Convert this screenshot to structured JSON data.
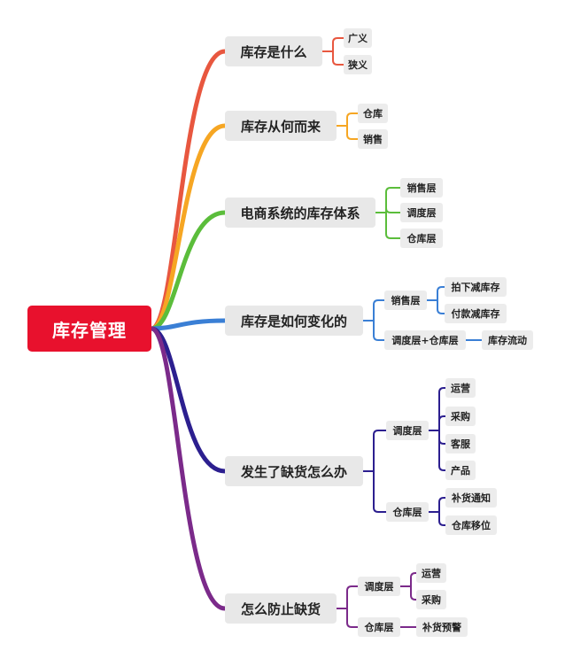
{
  "root": {
    "label": "库存管理"
  },
  "branches": [
    {
      "label": "库存是什么",
      "color": "#e8573f",
      "children": [
        {
          "label": "广义"
        },
        {
          "label": "狭义"
        }
      ]
    },
    {
      "label": "库存从何而来",
      "color": "#f6a623",
      "children": [
        {
          "label": "仓库"
        },
        {
          "label": "销售"
        }
      ]
    },
    {
      "label": "电商系统的库存体系",
      "color": "#5bbd3b",
      "children": [
        {
          "label": "销售层"
        },
        {
          "label": "调度层"
        },
        {
          "label": "仓库层"
        }
      ]
    },
    {
      "label": "库存是如何变化的",
      "color": "#3a7fd5",
      "children": [
        {
          "label": "销售层",
          "children": [
            {
              "label": "拍下减库存"
            },
            {
              "label": "付款减库存"
            }
          ]
        },
        {
          "label": "调度层+仓库层",
          "children": [
            {
              "label": "库存流动"
            }
          ]
        }
      ]
    },
    {
      "label": "发生了缺货怎么办",
      "color": "#2c1f8f",
      "children": [
        {
          "label": "调度层",
          "children": [
            {
              "label": "运营"
            },
            {
              "label": "采购"
            },
            {
              "label": "客服"
            },
            {
              "label": "产品"
            }
          ]
        },
        {
          "label": "仓库层",
          "children": [
            {
              "label": "补货通知"
            },
            {
              "label": "仓库移位"
            }
          ]
        }
      ]
    },
    {
      "label": "怎么防止缺货",
      "color": "#7b2a8a",
      "children": [
        {
          "label": "调度层",
          "children": [
            {
              "label": "运营"
            },
            {
              "label": "采购"
            }
          ]
        },
        {
          "label": "仓库层",
          "children": [
            {
              "label": "补货预警"
            }
          ]
        }
      ]
    }
  ]
}
